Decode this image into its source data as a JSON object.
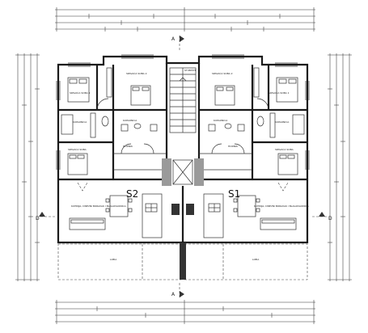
{
  "section": {
    "top": "A",
    "bottom": "A",
    "left": "D",
    "right": "D"
  },
  "units": [
    {
      "id": "S2",
      "label": "S2"
    },
    {
      "id": "S1",
      "label": "S1"
    }
  ],
  "rooms": {
    "left_bedroom_top": "SPAVAĆA SOBA 1",
    "left_bedroom_top2": "SPAVAĆA SOBA 2",
    "left_bath": "KUPAONICA",
    "left_bath2": "KUPAONICA",
    "left_bedroom_mid": "SPAVAĆA SOBA",
    "left_hall": "HODNIK",
    "left_living": "KUHINJA, DNEVNI BORAVAK I BLAGOVAONICA",
    "left_terrace": "LOĐA",
    "stair": "STUBIŠTE",
    "right_bedroom_top": "SPAVAĆA SOBA 1",
    "right_bedroom_top2": "SPAVAĆA SOBA 2",
    "right_bath": "KUPAONICA",
    "right_bath2": "KUPAONICA",
    "right_bedroom_mid": "SPAVAĆA SOBA",
    "right_hall": "HODNIK",
    "right_living": "KUHINJA, DNEVNI BORAVAK I BLAGOVAONICA",
    "right_terrace": "LOĐA"
  }
}
